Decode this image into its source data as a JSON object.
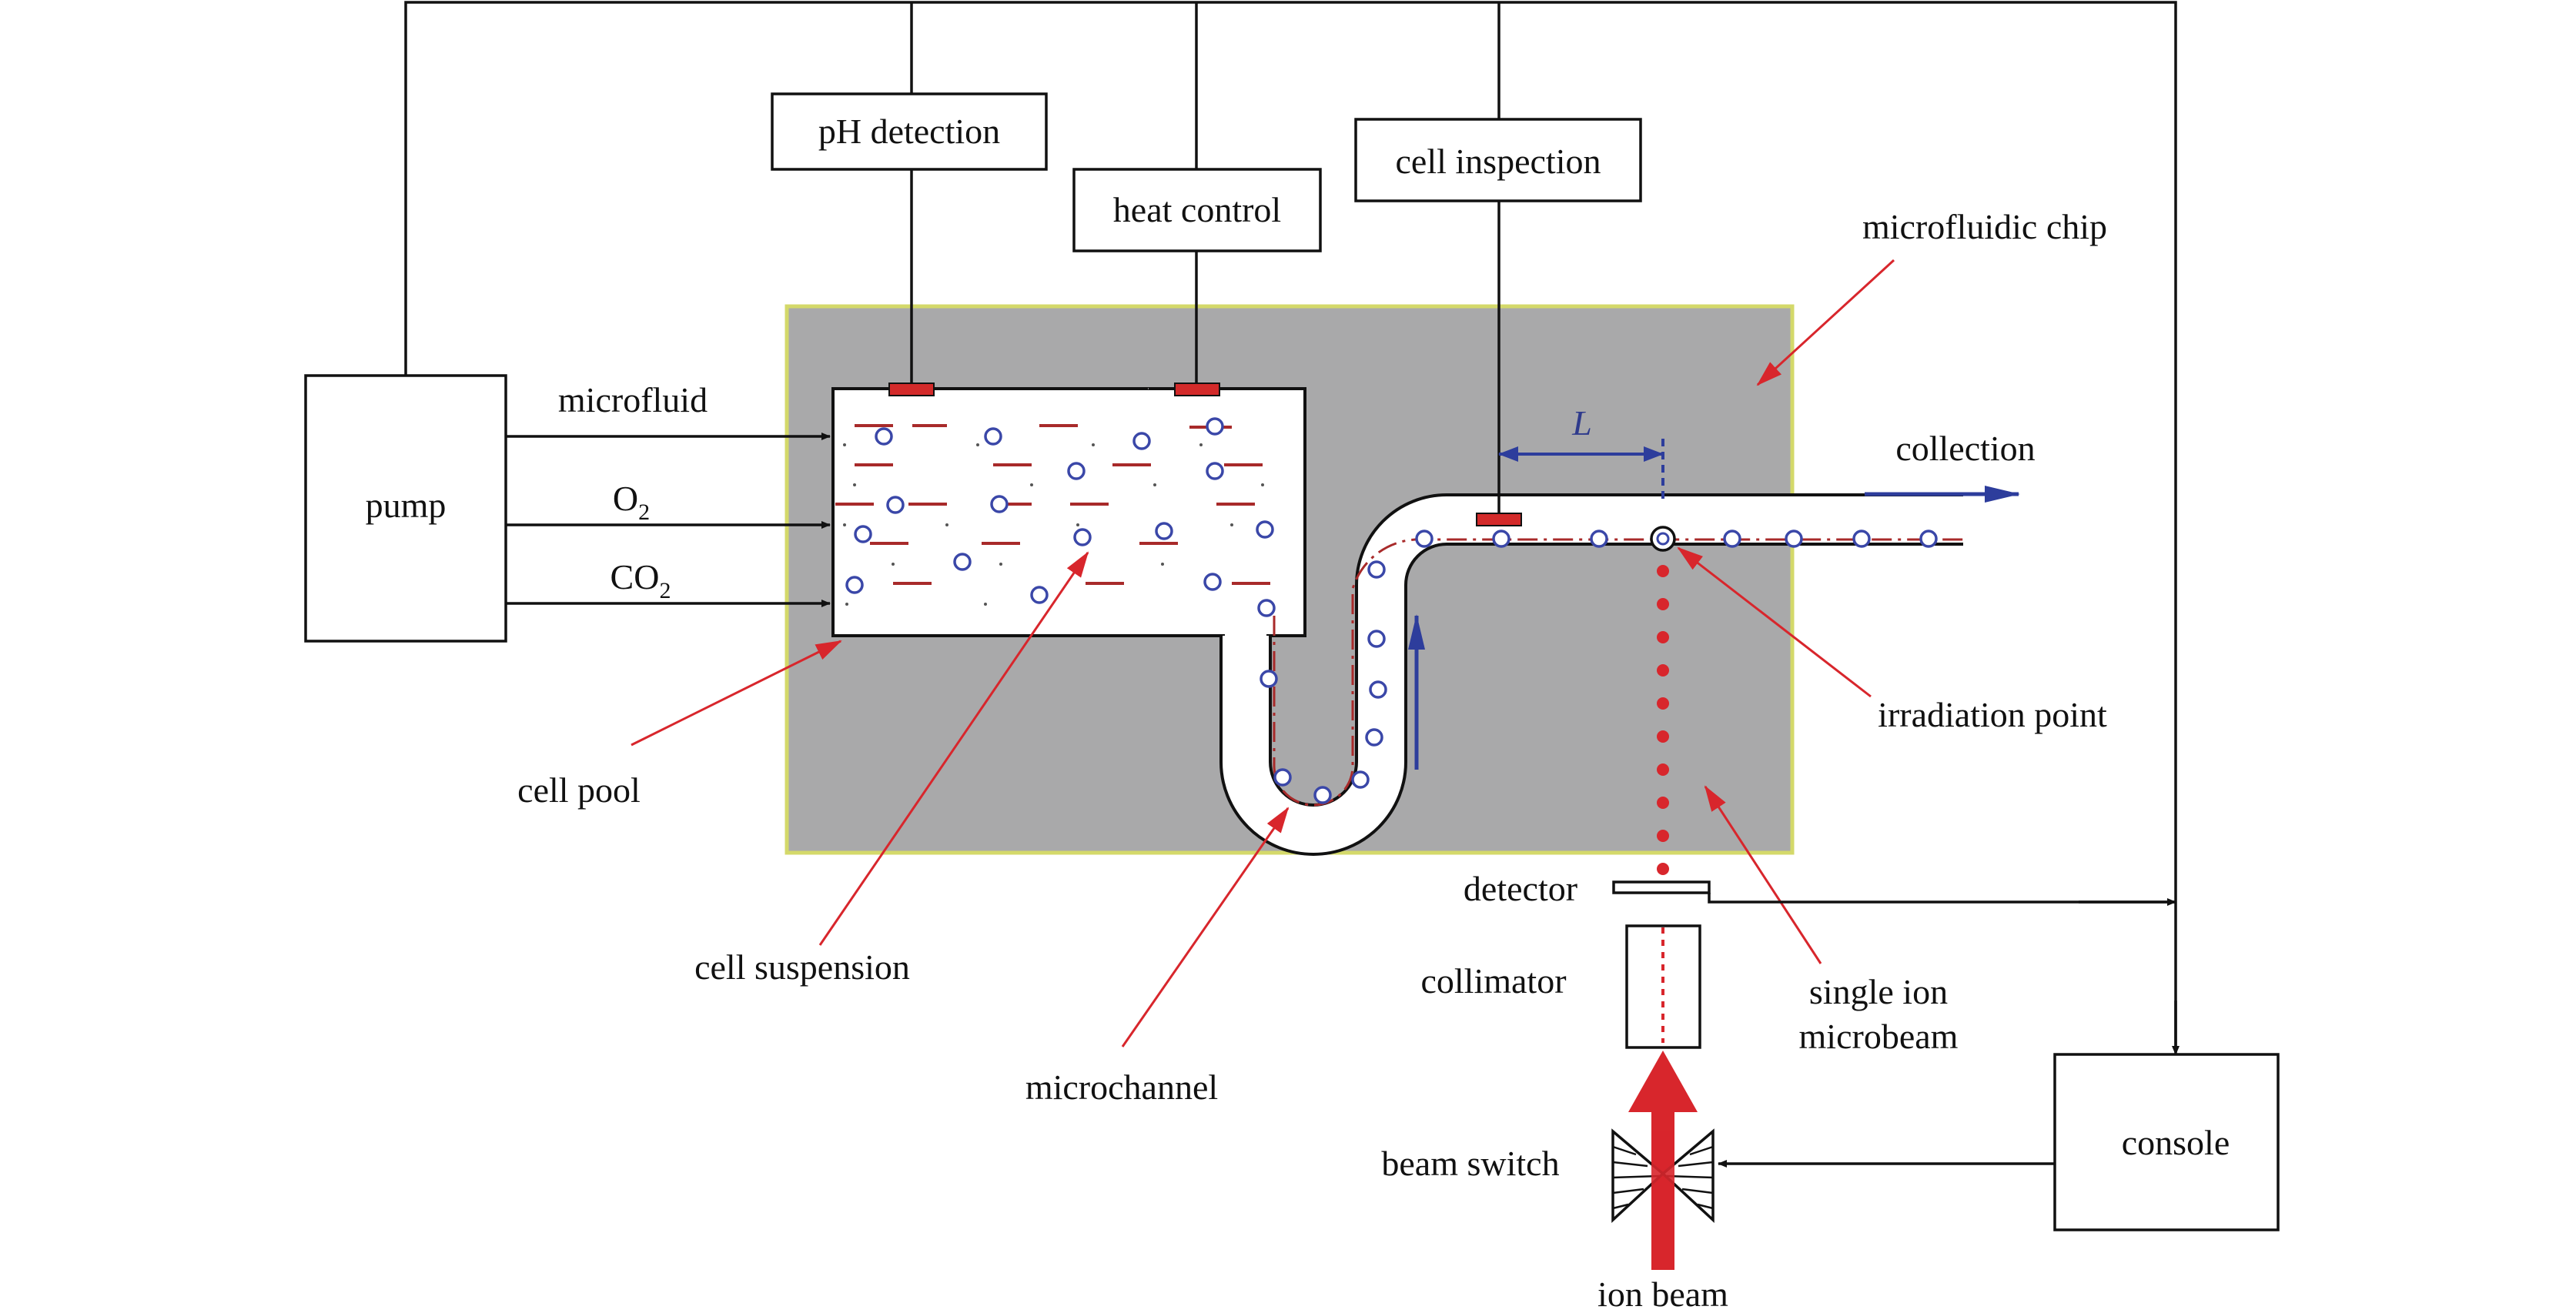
{
  "labels": {
    "pump": "pump",
    "ph_detection": "pH detection",
    "heat_control": "heat control",
    "cell_inspection": "cell inspection",
    "microfluidic_chip": "microfluidic chip",
    "microfluid": "microfluid",
    "o2_main": "O",
    "o2_sub": "2",
    "co2_main": "CO",
    "co2_sub": "2",
    "distance_L": "L",
    "collection": "collection",
    "irradiation_point": "irradiation point",
    "cell_pool": "cell pool",
    "cell_suspension": "cell suspension",
    "microchannel": "microchannel",
    "detector": "detector",
    "collimator": "collimator",
    "single_ion_line1": "single ion",
    "single_ion_line2": "microbeam",
    "console": "console",
    "beam_switch": "beam switch",
    "ion_beam": "ion beam"
  },
  "colors": {
    "chip_fill": "#a9a9aa",
    "chip_border": "#d4d96a",
    "line": "#111111",
    "annotation_arrow": "#d8262c",
    "cell": "#3a47a8",
    "sensor": "#d32a2a",
    "flow_arrow": "#2d3d9c",
    "dash_line": "#a82a2a",
    "ion_beam": "#d8262c"
  }
}
